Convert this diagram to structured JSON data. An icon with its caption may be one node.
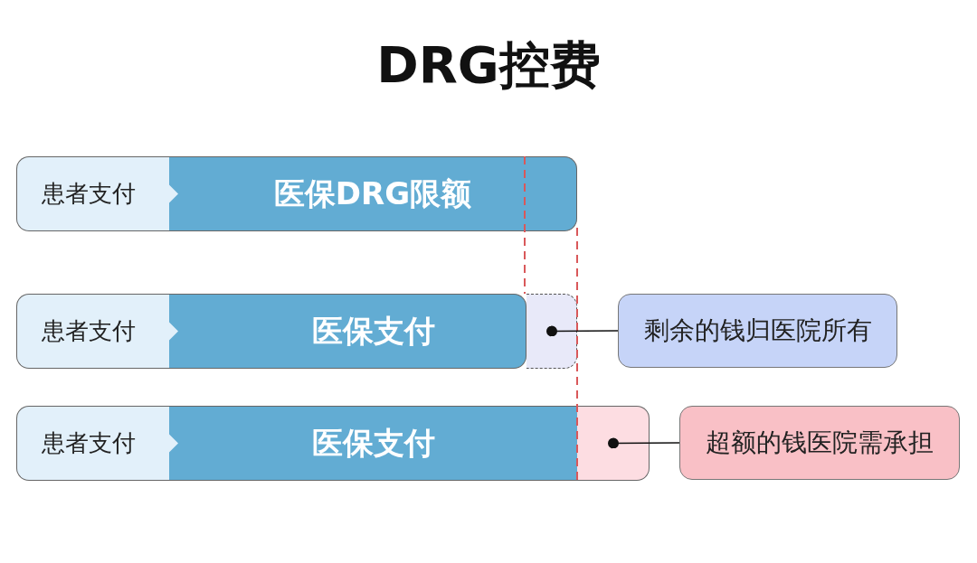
{
  "diagram": {
    "title": "DRG控费",
    "nodes": [
      {
        "text": [
          "患者支付"
        ]
      },
      {
        "text": [
          "医保DRG限额"
        ]
      },
      {
        "text": [
          "患者支付"
        ]
      },
      {
        "text": [
          "医保支付"
        ]
      },
      {
        "text": [],
        "shape": "box"
      },
      {
        "text": [
          "剩余的钱归医院所有"
        ]
      },
      {
        "text": [
          "患者支付"
        ]
      },
      {
        "text": [
          "医保支付"
        ]
      },
      {
        "text": [],
        "shape": "box"
      },
      {
        "text": [
          "超额的钱医院需承担"
        ]
      }
    ],
    "edges": [
      {
        "from": 5,
        "to": 4,
        "arrow": "other"
      },
      {
        "from": 9,
        "to": 8,
        "arrow": "other"
      }
    ]
  }
}
